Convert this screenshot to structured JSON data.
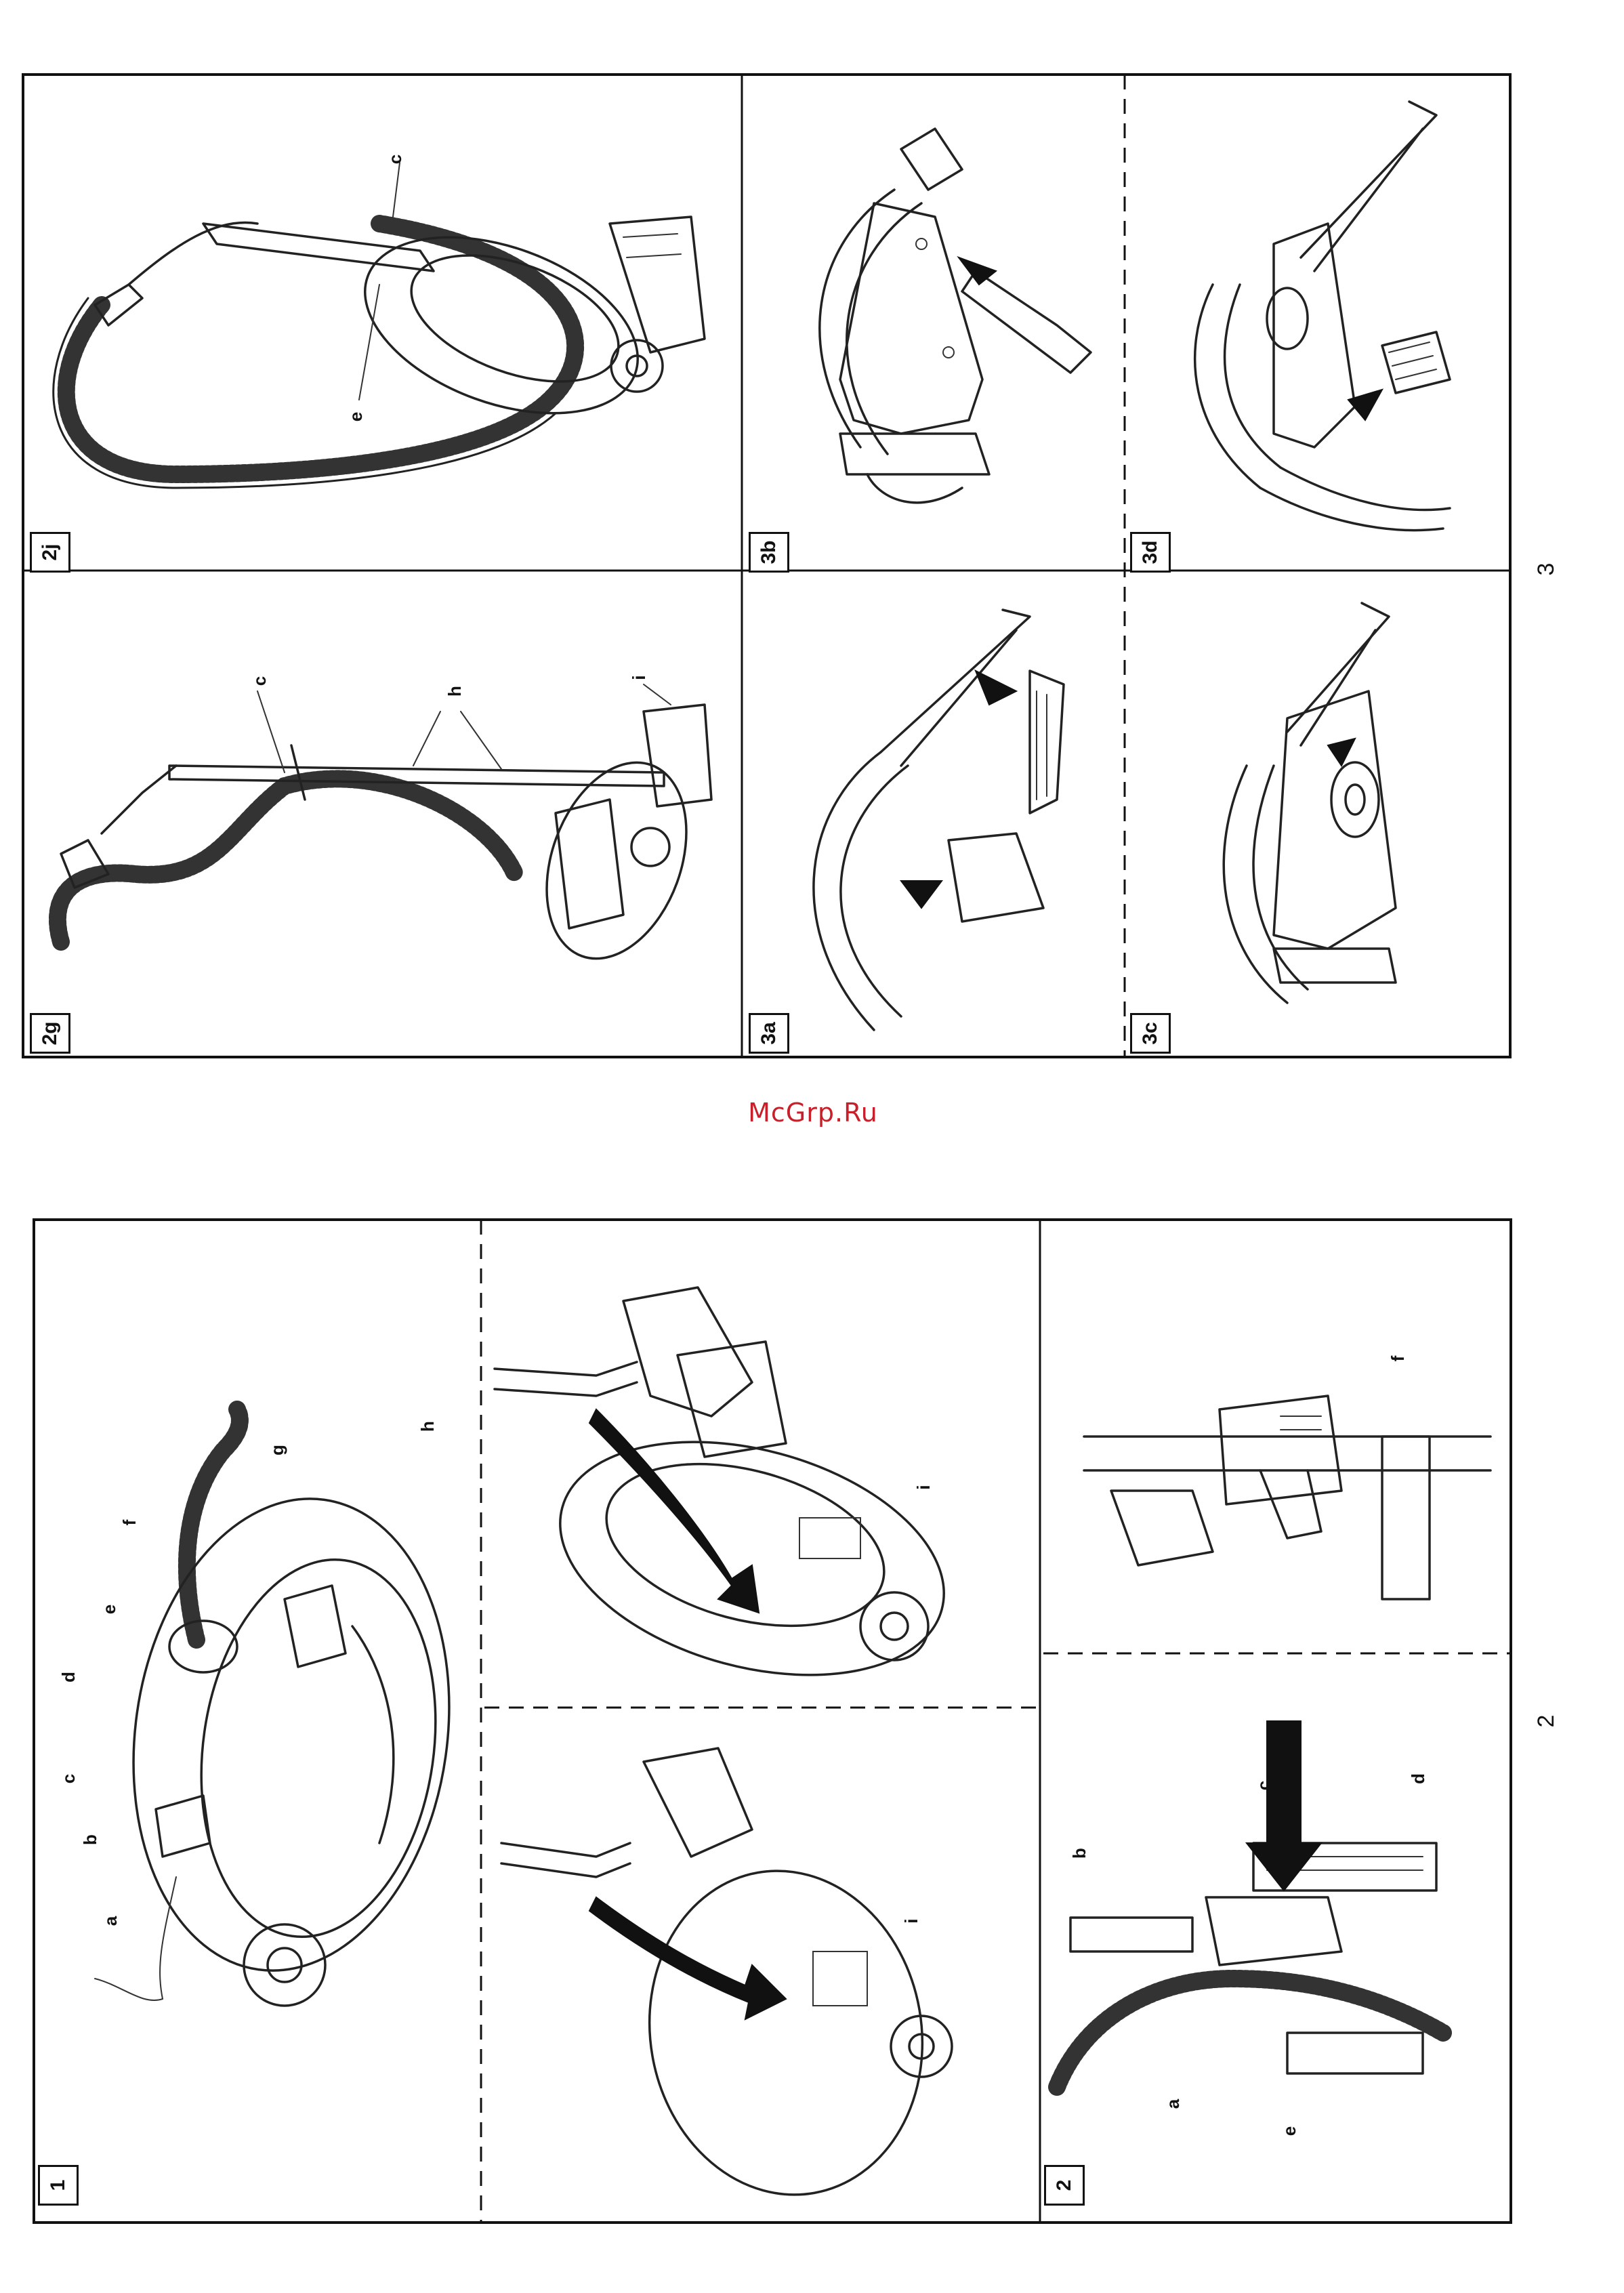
{
  "watermark": "McGrp.Ru",
  "page_numbers": {
    "top_sheet": "3",
    "bottom_sheet": "2"
  },
  "panels": {
    "p2j": {
      "label": "2j",
      "callouts": {
        "c": "c",
        "e": "e"
      }
    },
    "p2g": {
      "label": "2g",
      "callouts": {
        "c": "c",
        "h": "h",
        "i": "i"
      }
    },
    "p3b": {
      "label": "3b"
    },
    "p3a": {
      "label": "3a"
    },
    "p3d": {
      "label": "3d"
    },
    "p3c": {
      "label": "3c"
    },
    "p1": {
      "label": "1",
      "callouts": {
        "a": "a",
        "b": "b",
        "c": "c",
        "d": "d",
        "e": "e",
        "f": "f",
        "g": "g",
        "h": "h"
      }
    },
    "p1_top": {
      "callouts": {
        "i": "i"
      }
    },
    "p1_bottom": {
      "callouts": {
        "i": "i"
      }
    },
    "p2": {
      "label": "2",
      "callouts": {
        "a": "a",
        "b": "b",
        "c": "c",
        "d": "d",
        "e": "e"
      }
    },
    "p2_top": {
      "callouts": {
        "f": "f"
      }
    }
  }
}
